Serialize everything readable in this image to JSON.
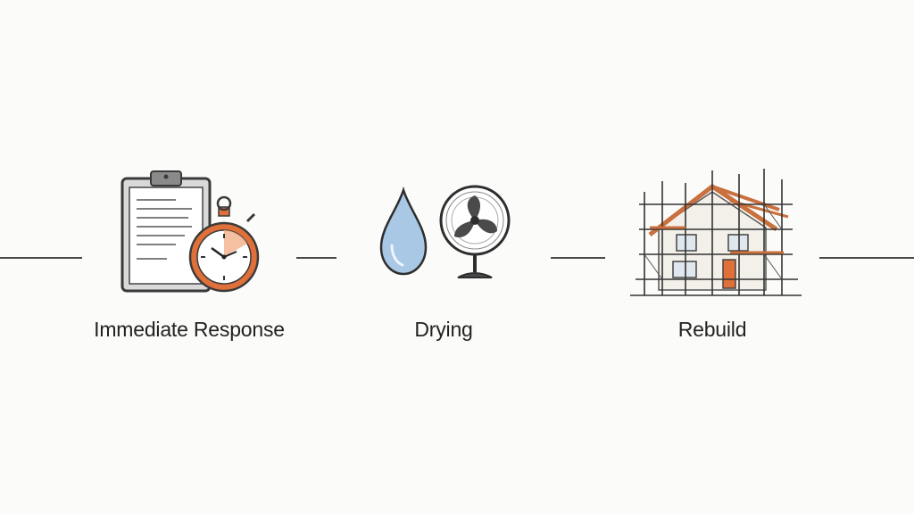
{
  "stages": [
    {
      "label": "Immediate Response",
      "icons": [
        "clipboard-icon",
        "stopwatch-icon"
      ]
    },
    {
      "label": "Drying",
      "icons": [
        "water-drop-icon",
        "fan-icon"
      ]
    },
    {
      "label": "Rebuild",
      "icons": [
        "house-scaffolding-icon"
      ]
    }
  ],
  "colors": {
    "line": "#4a4a4a",
    "accent_orange": "#e0703a",
    "water_blue": "#a9c8e6",
    "ink": "#2e2e2e"
  }
}
